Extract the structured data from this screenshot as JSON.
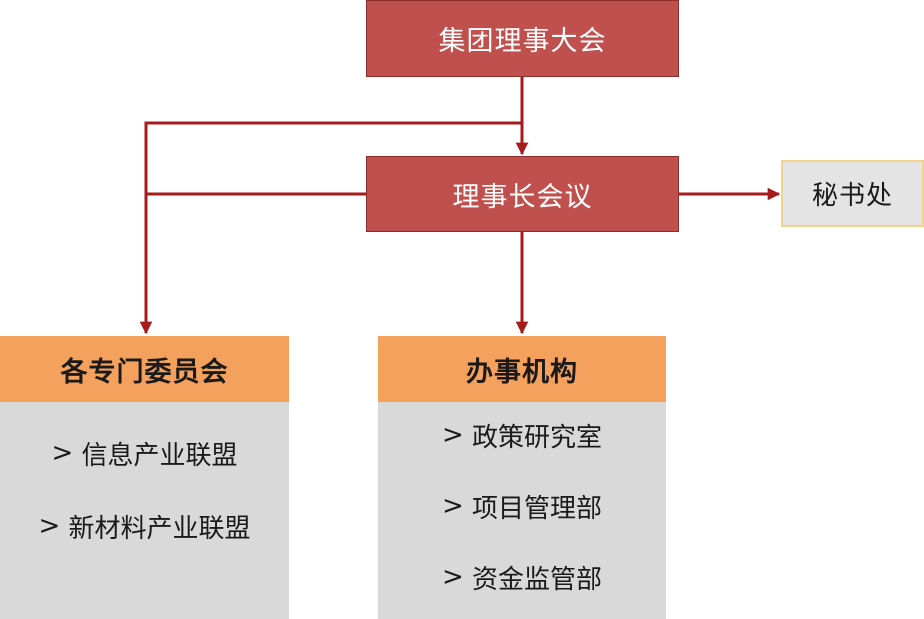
{
  "nodes": {
    "general_assembly": "集团理事大会",
    "council_meeting": "理事长会议",
    "secretariat": "秘书处"
  },
  "panels": {
    "committees": {
      "title": "各专门委员会",
      "items": [
        "信息产业联盟",
        "新材料产业联盟"
      ]
    },
    "offices": {
      "title": "办事机构",
      "items": [
        "政策研究室",
        "项目管理部",
        "资金监管部"
      ]
    }
  },
  "item_marker": ">",
  "colors": {
    "node_red": "#c0504d",
    "panel_header": "#f5a15e",
    "panel_body": "#d9d9d9",
    "secretariat_border": "#f2d38a",
    "connector": "#a61c1c"
  }
}
